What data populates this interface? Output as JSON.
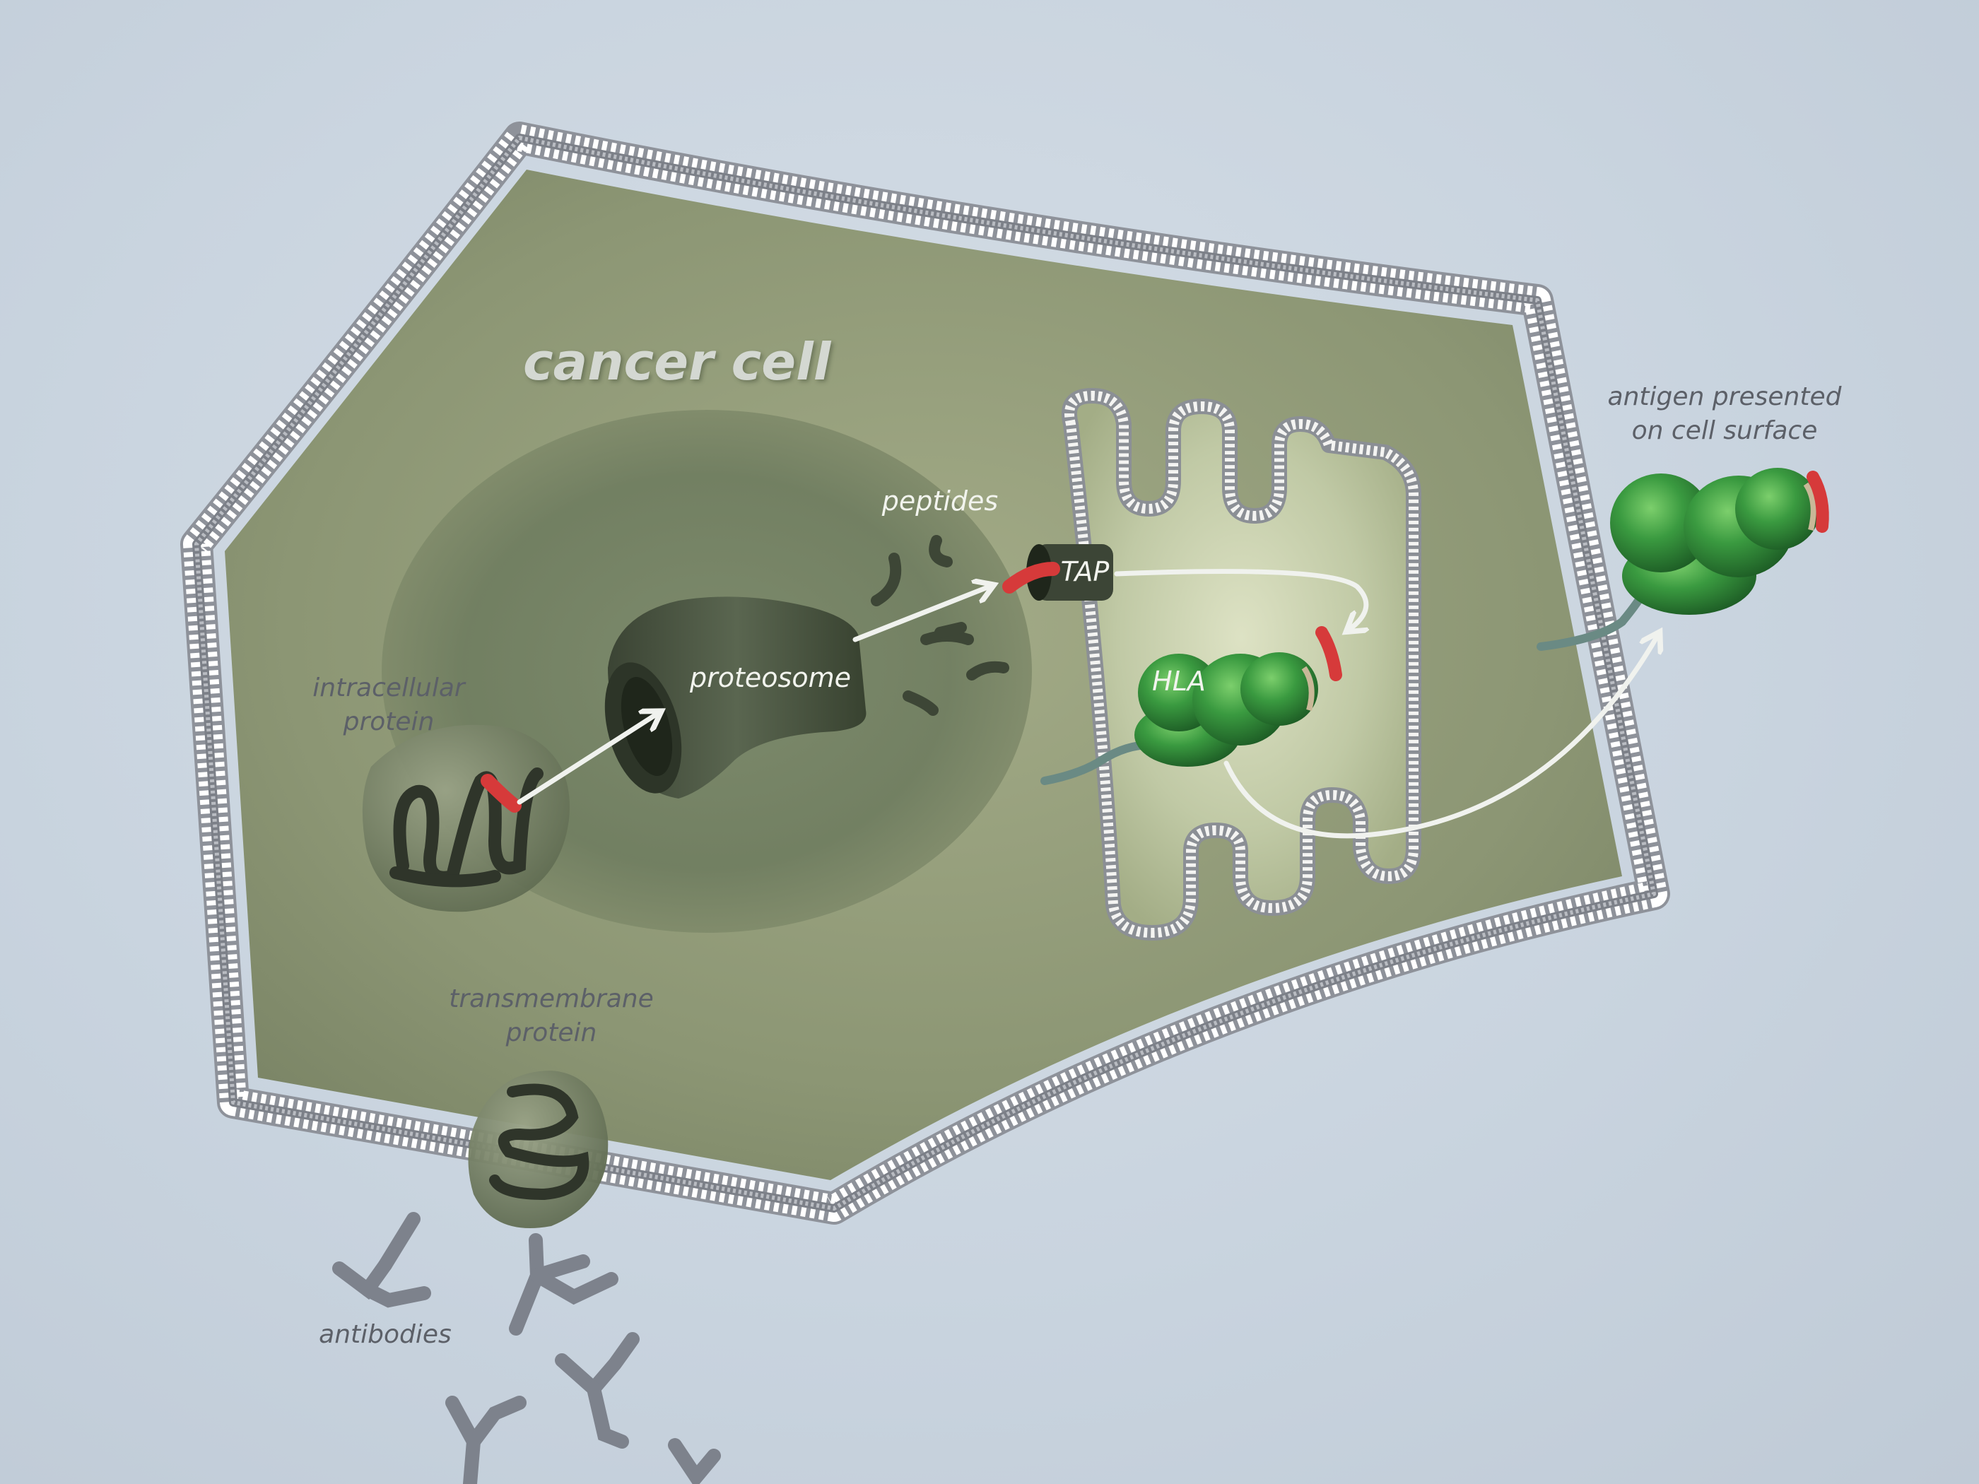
{
  "title": "cancer cell",
  "labels": {
    "intracellular_protein": [
      "intracellular",
      "protein"
    ],
    "proteosome": "proteosome",
    "peptides": "peptides",
    "tap": "TAP",
    "hla": "HLA",
    "antigen_presented": [
      "antigen presented",
      "on cell surface"
    ],
    "transmembrane_protein": [
      "transmembrane",
      "protein"
    ],
    "antibodies": "antibodies"
  },
  "colors": {
    "background": "#c9d4df",
    "cytoplasm": "#8d9676",
    "nucleus": "#6f7d60",
    "er_lumen": "#c3ccab",
    "membrane": "#9a9ea6",
    "hla_green": "#2f8a3a",
    "peptide_red": "#d63a3a",
    "antibody_gray": "#7d828c",
    "proteosome": "#48523f",
    "arrow": "#f0f2ee"
  }
}
